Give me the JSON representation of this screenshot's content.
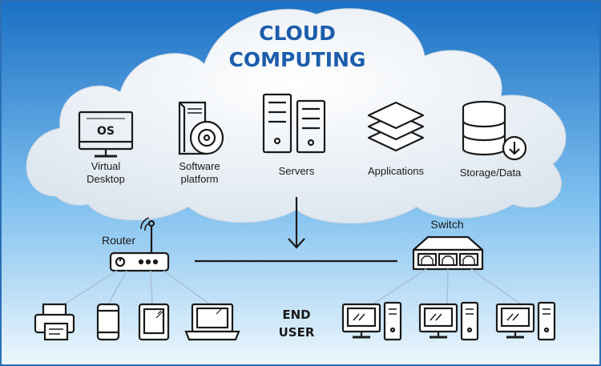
{
  "title": {
    "line1": "CLOUD",
    "line2": "COMPUTING"
  },
  "cloud_services": [
    {
      "icon": "monitor-os-icon",
      "screen_text": "OS",
      "label_line1": "Virtual",
      "label_line2": "Desktop"
    },
    {
      "icon": "software-disc-icon",
      "label_line1": "Software",
      "label_line2": "platform"
    },
    {
      "icon": "server-tower-icon",
      "label_line1": "Servers"
    },
    {
      "icon": "layers-stack-icon",
      "label_line1": "Applications"
    },
    {
      "icon": "database-download-icon",
      "label_line1": "Storage/Data"
    }
  ],
  "network": {
    "router_label": "Router",
    "switch_label": "Switch",
    "end_user_line1": "END",
    "end_user_line2": "USER"
  },
  "router_devices": [
    "printer-icon",
    "smartphone-icon",
    "tablet-icon",
    "laptop-icon"
  ],
  "switch_devices": [
    "desktop-pc-icon",
    "desktop-pc-icon",
    "desktop-pc-icon"
  ],
  "colors": {
    "background_top": "#1a6fc4",
    "background_bottom": "#e8f4fc",
    "frame": "#2b6fb5",
    "title": "#1c5dac",
    "icon_stroke": "#1a1a1a",
    "connector": "#a9bfd3"
  }
}
